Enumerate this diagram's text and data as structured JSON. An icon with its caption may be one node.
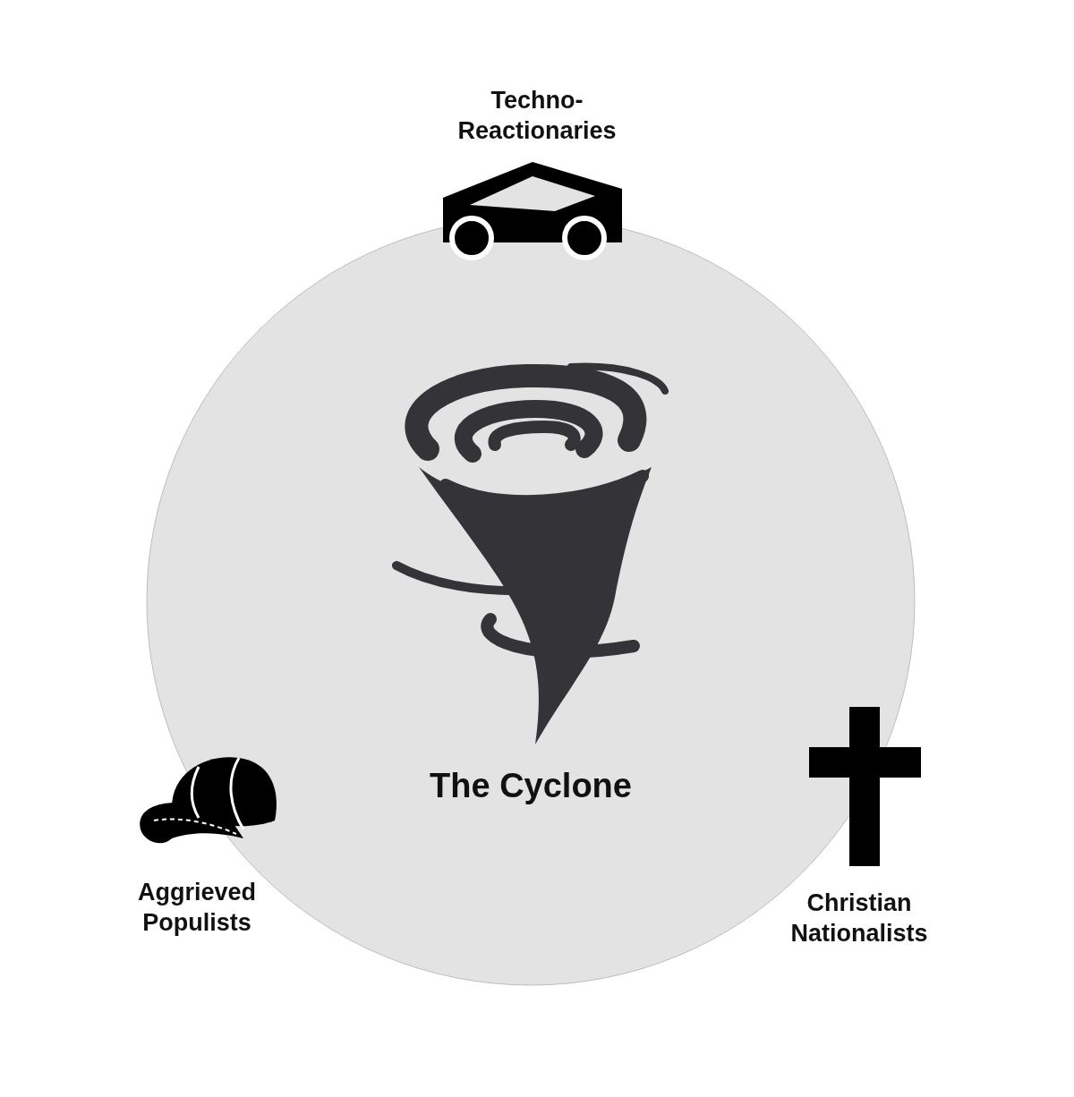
{
  "diagram": {
    "nodes": [
      {
        "text": [
          "The Cyclone"
        ]
      }
    ],
    "labels": [
      "Techno- Reactionaries",
      "Aggrieved Populists",
      "Christian Nationalists"
    ]
  }
}
